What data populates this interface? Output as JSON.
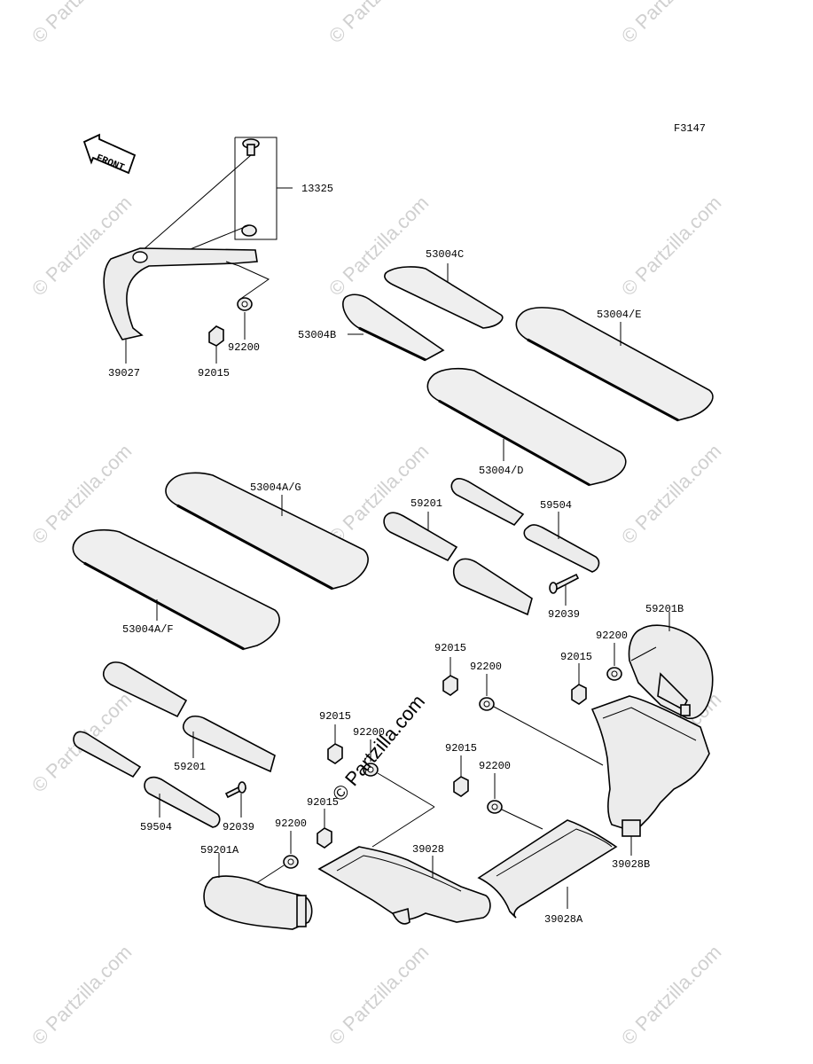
{
  "figure_code": "F3147",
  "front_label": "FRONT",
  "watermark": "© Partzilla.com",
  "center_watermark": "© Partzilla.com",
  "callouts": {
    "p13325": "13325",
    "p39027": "39027",
    "p92015_top": "92015",
    "p92200_top": "92200",
    "p53004C": "53004C",
    "p53004B": "53004B",
    "p53004E": "53004/E",
    "p53004D": "53004/D",
    "p53004AG": "53004A/G",
    "p53004AF": "53004A/F",
    "p59201_mid": "59201",
    "p59504_mid": "59504",
    "p92039_mid": "92039",
    "p59201B": "59201B",
    "p92200_r": "92200",
    "p92015_r": "92015",
    "p92015_c1": "92015",
    "p92200_c1": "92200",
    "p92015_c2": "92015",
    "p92200_c2": "92200",
    "p92015_c3": "92015",
    "p92200_c3": "92200",
    "p92015_c4": "92015",
    "p92200_c4": "92200",
    "p59201_low": "59201",
    "p59504_low": "59504",
    "p92039_low": "92039",
    "p59201A": "59201A",
    "p39028": "39028",
    "p39028A": "39028A",
    "p39028B": "39028B"
  }
}
